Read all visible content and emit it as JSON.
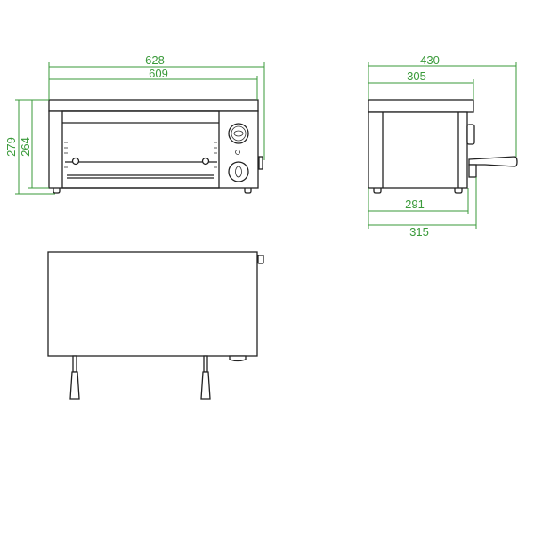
{
  "front_view": {
    "dimensions": {
      "overall_width": "628",
      "body_width": "609",
      "overall_height": "279",
      "body_height": "264"
    }
  },
  "side_view": {
    "dimensions": {
      "overall_depth": "430",
      "top_depth": "305",
      "base_depth": "291",
      "body_depth": "315"
    }
  },
  "colors": {
    "dimension": "#3a9a3a",
    "outline": "#222222"
  }
}
